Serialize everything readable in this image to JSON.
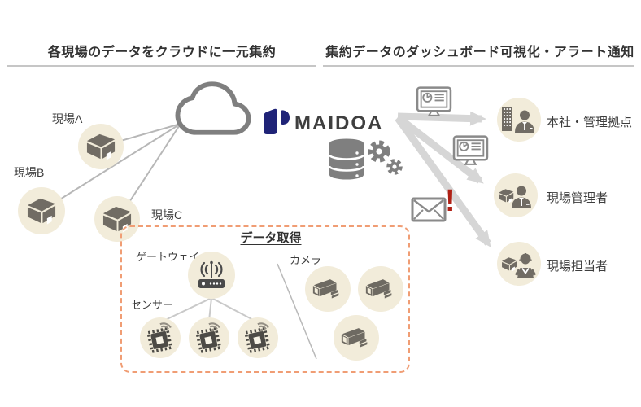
{
  "headers": {
    "left": {
      "title": "各現場のデータをクラウドに一元集約"
    },
    "right": {
      "title": "集約データのダッシュボード可視化・アラート通知"
    }
  },
  "brand": {
    "name": "MAIDOA",
    "logo_color": "#1f2377"
  },
  "sites": [
    {
      "label": "現場A"
    },
    {
      "label": "現場B"
    },
    {
      "label": "現場C"
    }
  ],
  "recipients": [
    {
      "label": "本社・管理拠点",
      "icon": "office-and-manager-icon"
    },
    {
      "label": "現場管理者",
      "icon": "warehouse-and-manager-icon"
    },
    {
      "label": "現場担当者",
      "icon": "warehouse-and-worker-icon"
    }
  ],
  "acquisition": {
    "title": "データ取得",
    "gateway_label": "ゲートウェイ",
    "sensor_label": "センサー",
    "camera_label": "カメラ"
  },
  "alert": {
    "mark": "!"
  },
  "icons": {
    "cloud": "cloud-icon",
    "database": "database-icon",
    "gears": "gears-icon",
    "dashboard_monitor": "dashboard-monitor-icon",
    "mail": "mail-icon",
    "warehouse": "warehouse-icon",
    "gateway_router": "wifi-router-icon",
    "sensor_chip": "iot-chip-icon",
    "camera": "cctv-camera-icon"
  },
  "colors": {
    "bubble_beige": "#f2ecda",
    "icon_gray": "#716c64",
    "outline_gray": "#7f7f7f",
    "line_gray": "#b7b7b7",
    "arrow_gray": "#d6d6d6",
    "dashed_border_orange": "#f09d74",
    "brand_navy": "#1f2377",
    "alert_red": "#b02015",
    "header_underline": "#c6c6c6"
  }
}
